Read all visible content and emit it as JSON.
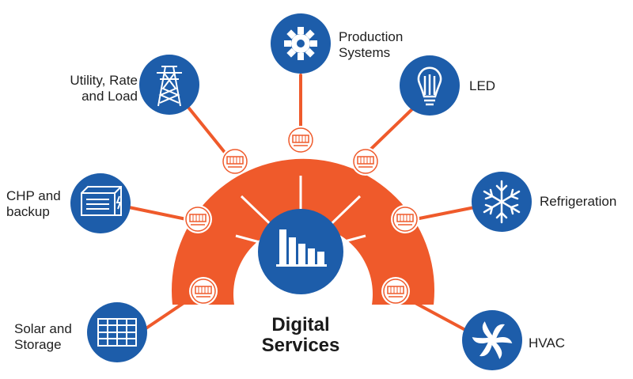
{
  "colors": {
    "ring": "#EF5A2B",
    "node": "#1D5DAA",
    "icon": "#ffffff",
    "spoke": "#EF5A2B",
    "inner_spoke": "#ffffff"
  },
  "center": {
    "title": "Digital\nServices",
    "icon": "bar-chart-icon"
  },
  "nodes": [
    {
      "id": "production-systems",
      "label": "Production\nSystems",
      "icon": "gear-icon"
    },
    {
      "id": "led",
      "label": "LED",
      "icon": "light-bulb-icon"
    },
    {
      "id": "refrigeration",
      "label": "Refrigeration",
      "icon": "snowflake-icon"
    },
    {
      "id": "hvac",
      "label": "HVAC",
      "icon": "fan-icon"
    },
    {
      "id": "solar-storage",
      "label": "Solar and\nStorage",
      "icon": "solar-panel-icon"
    },
    {
      "id": "chp-backup",
      "label": "CHP and\nbackup",
      "icon": "generator-icon"
    },
    {
      "id": "utility",
      "label": "Utility, Rate\nand Load",
      "icon": "transmission-tower-icon"
    }
  ],
  "meters_count_label": "meter-icon"
}
